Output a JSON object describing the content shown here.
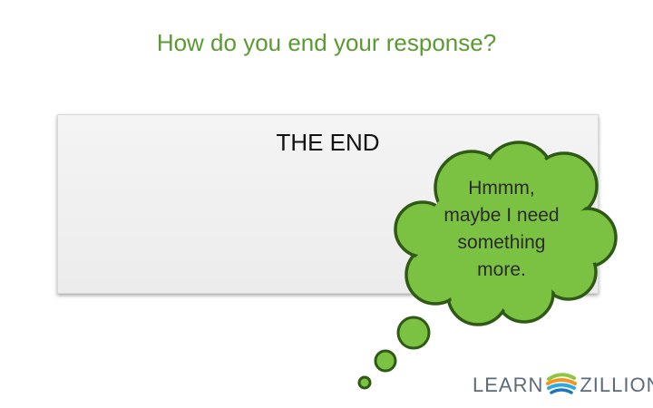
{
  "slide": {
    "title": "How do you end your response?",
    "box_heading": "THE END",
    "thought": "Hmmm, maybe I need something more."
  },
  "logo": {
    "left": "LEARN",
    "right": "ZILLION",
    "mark_icon": "swirl-globe-icon"
  },
  "colors": {
    "title": "#5b9a32",
    "cloud_fill": "#7cc242",
    "cloud_stroke": "#2f5a16",
    "logo_text": "#5c6b7a"
  }
}
